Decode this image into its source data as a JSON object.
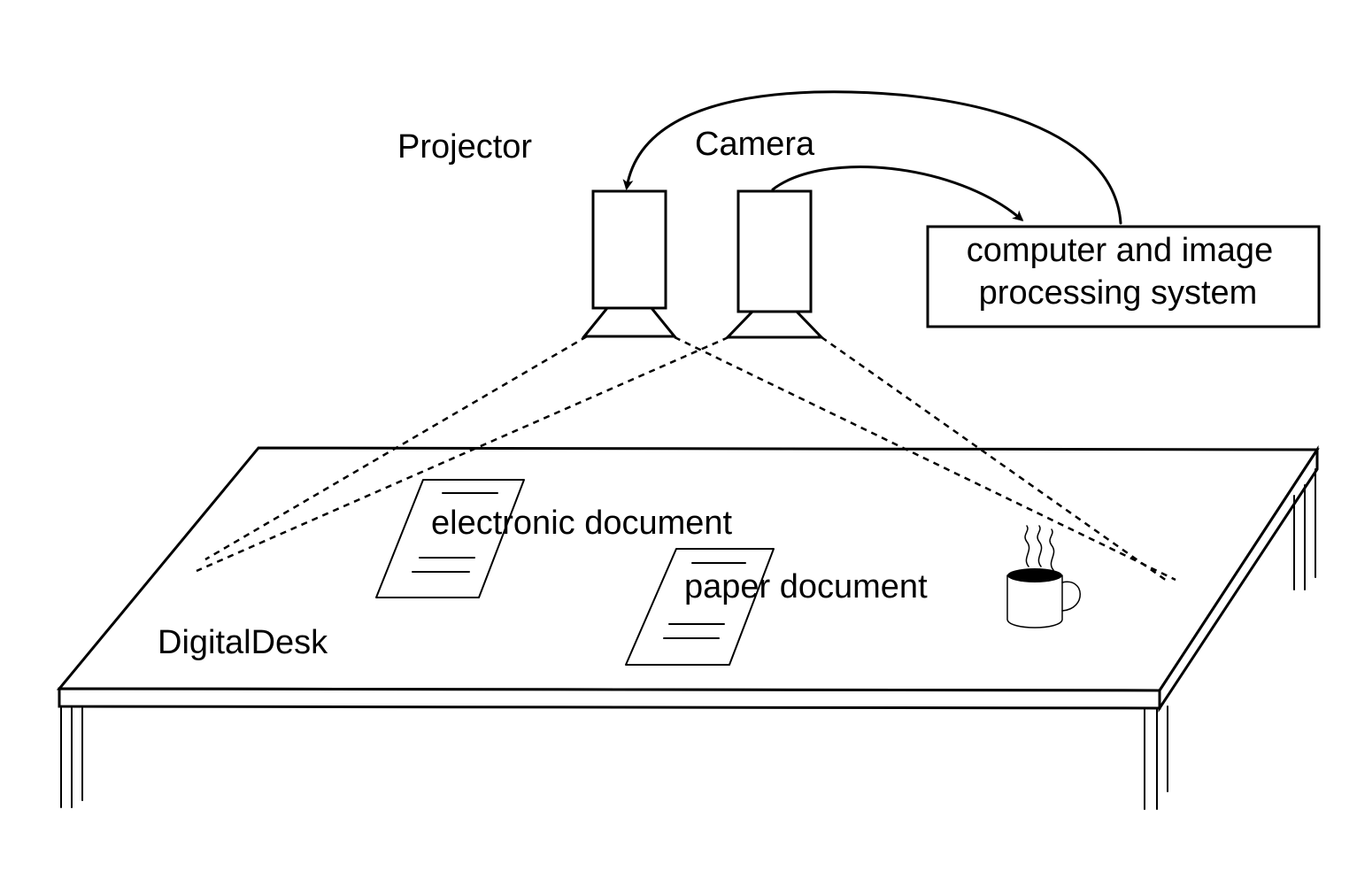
{
  "labels": {
    "projector": "Projector",
    "camera": "Camera",
    "computer_line1": "computer and image",
    "computer_line2": "processing system",
    "electronic_document": "electronic document",
    "paper_document": "paper document",
    "desk": "DigitalDesk"
  },
  "icons": {
    "projector": "projector-icon",
    "camera": "camera-icon",
    "mug": "coffee-mug-icon",
    "desk": "table-icon"
  }
}
